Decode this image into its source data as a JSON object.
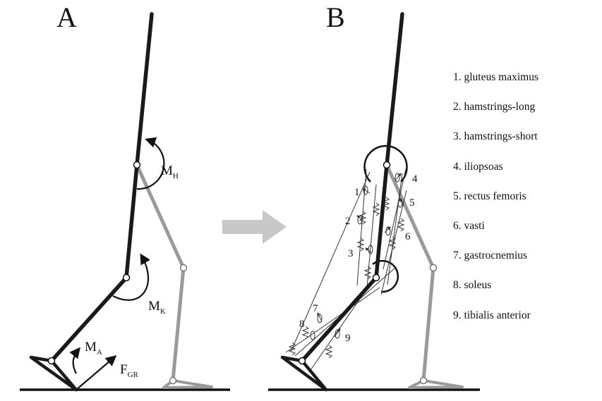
{
  "panels": [
    {
      "letter": "A"
    },
    {
      "letter": "B"
    }
  ],
  "panel_a": {
    "hip_moment": {
      "main": "M",
      "sub": "H"
    },
    "knee_moment": {
      "main": "M",
      "sub": "K"
    },
    "ankle_moment": {
      "main": "M",
      "sub": "A"
    },
    "ground_force": {
      "main": "F",
      "sub": "GR"
    }
  },
  "muscles": [
    {
      "num": "1",
      "label": "1.  gluteus maximus"
    },
    {
      "num": "2",
      "label": "2.  hamstrings-long"
    },
    {
      "num": "3",
      "label": "3.  hamstrings-short"
    },
    {
      "num": "4",
      "label": "4.  iliopsoas"
    },
    {
      "num": "5",
      "label": "5.  rectus femoris"
    },
    {
      "num": "6",
      "label": "6.  vasti"
    },
    {
      "num": "7",
      "label": "7.  gastrocnemius"
    },
    {
      "num": "8",
      "label": "8.  soleus"
    },
    {
      "num": "9",
      "label": "9.  tibialis anterior"
    }
  ],
  "colors": {
    "stance_leg": "#1a1a1a",
    "swing_leg": "#9a9a9a",
    "arrow": "#c8c8c8",
    "muscle_line": "#333333"
  }
}
